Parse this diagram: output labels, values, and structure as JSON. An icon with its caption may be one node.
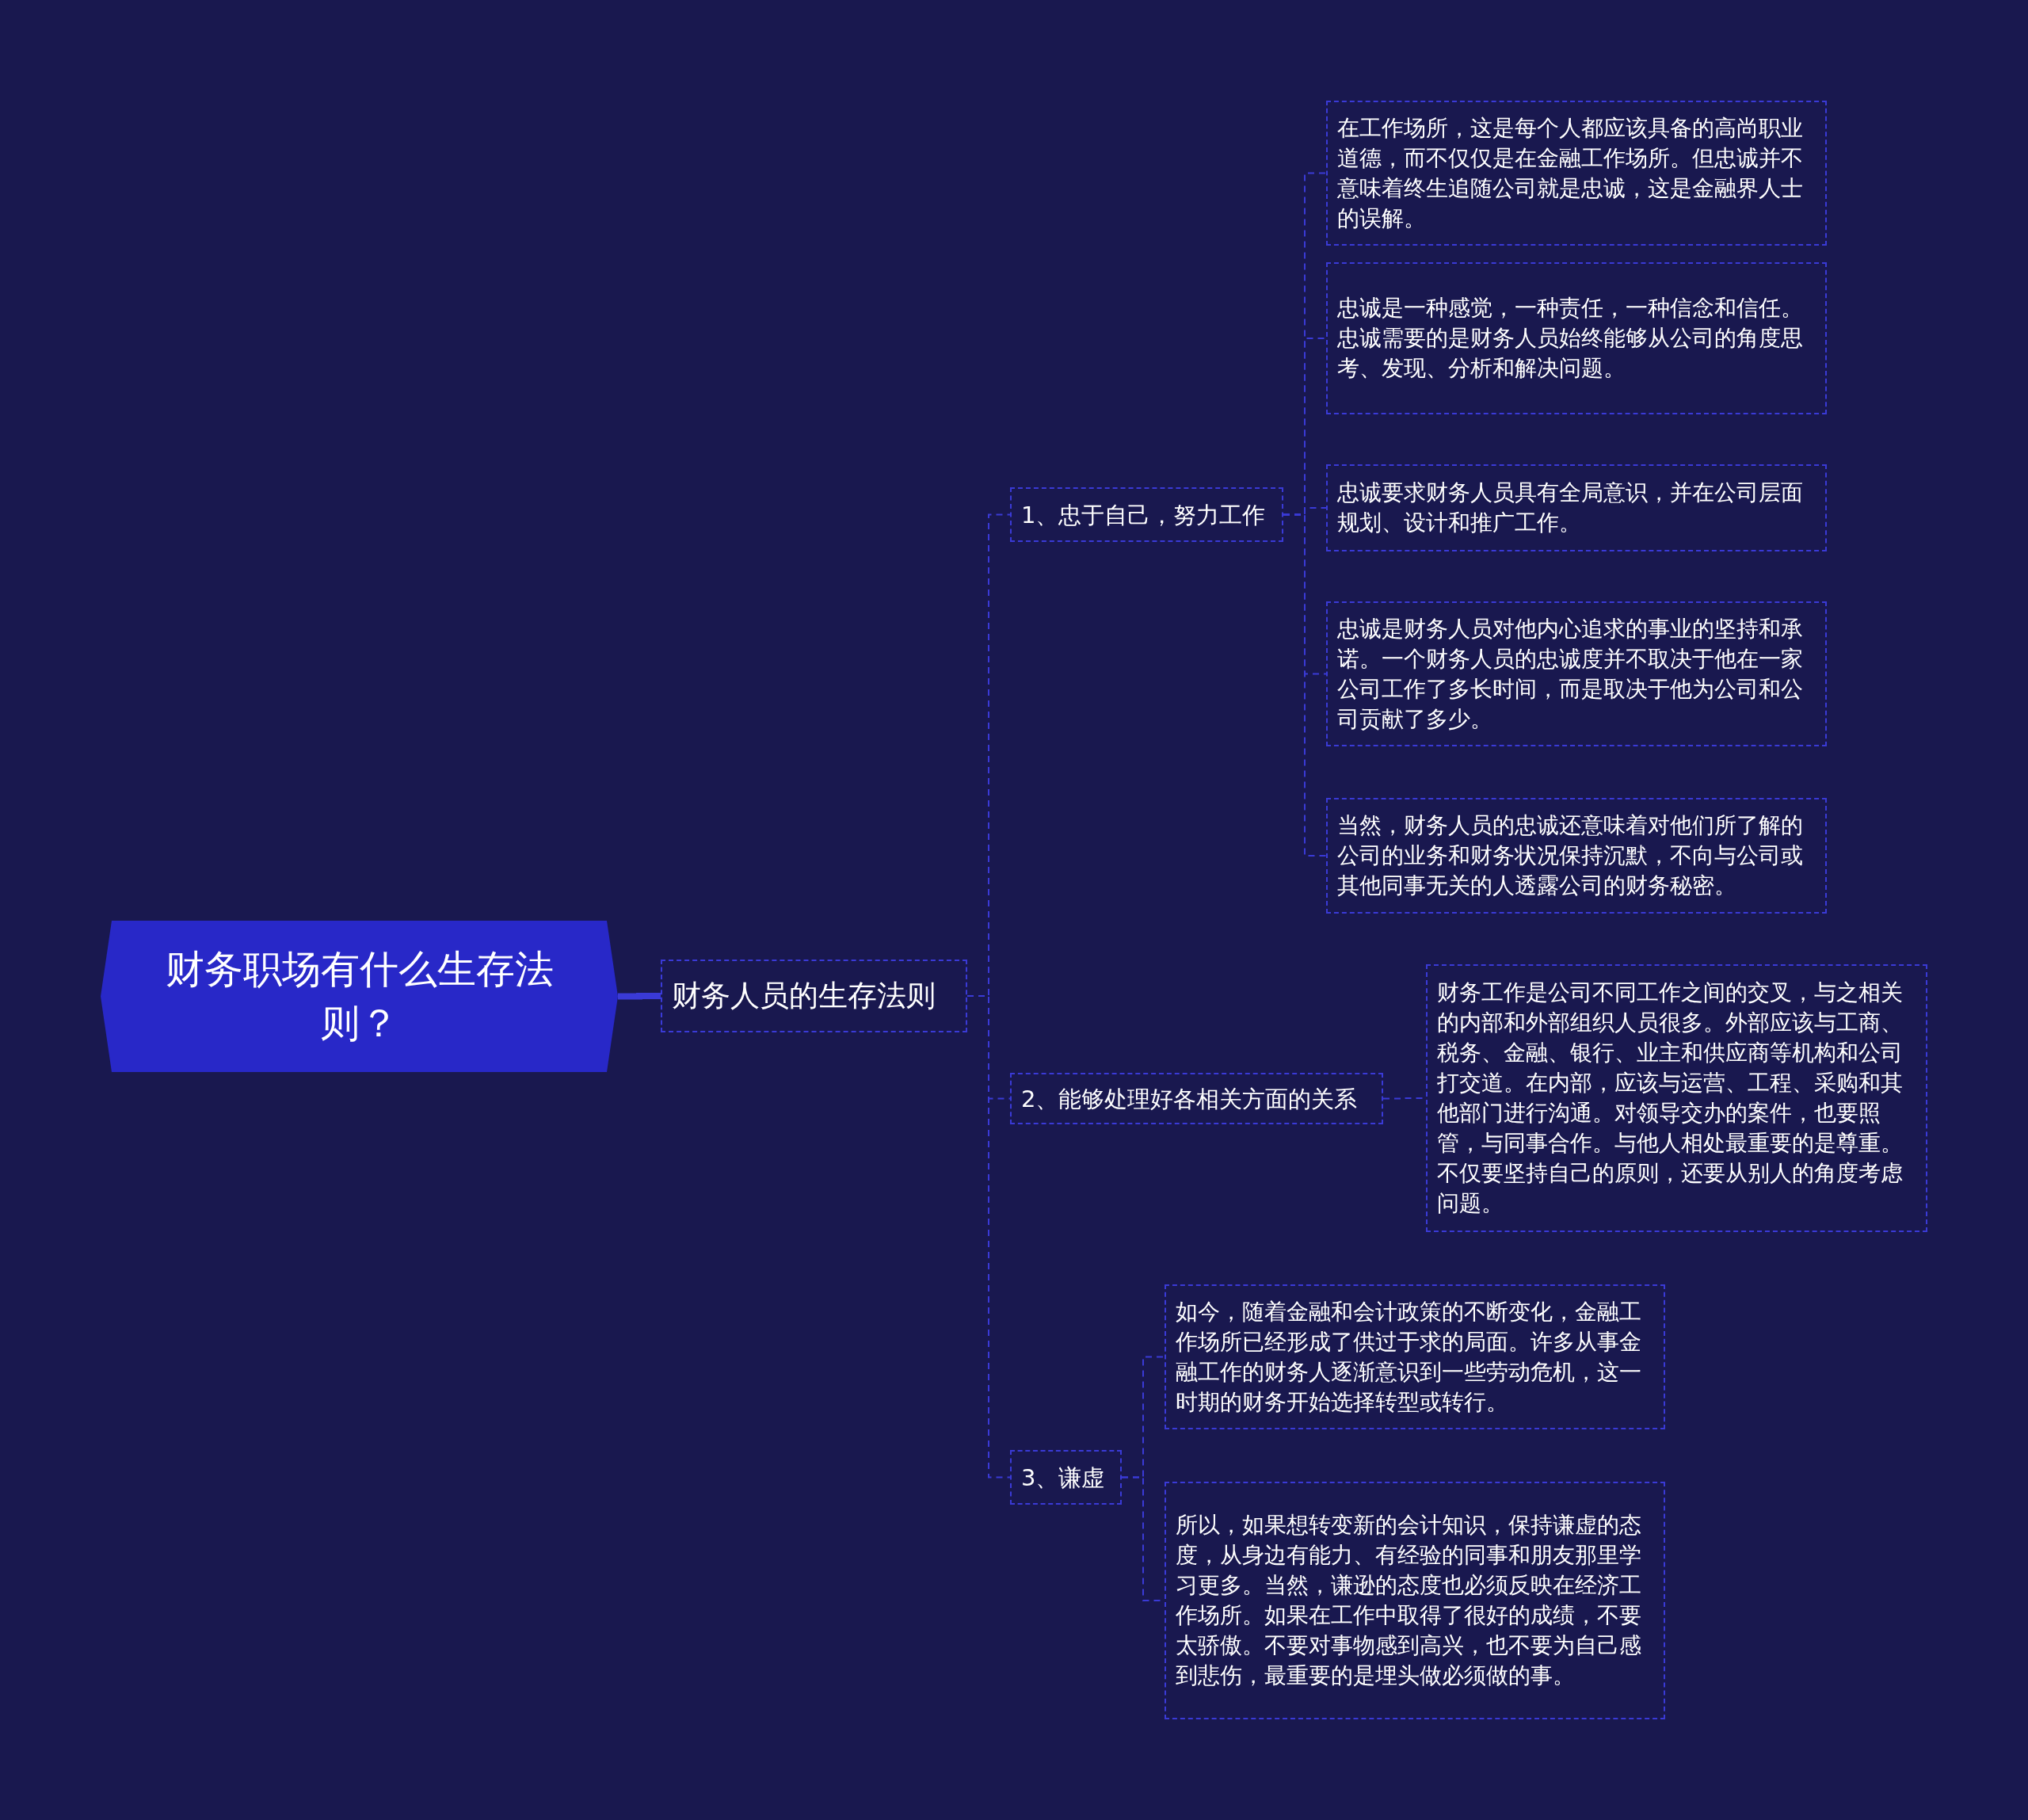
{
  "diagram": {
    "nodes": [
      {
        "text": [
          "财务职场有什么生存法则？"
        ]
      },
      {
        "text": [
          "财务人员的生存法则"
        ]
      },
      {
        "text": [
          "1、忠于自己，努力工作"
        ]
      },
      {
        "text": [
          "在工作场所，这是每个人都应该具备的高尚职业道德，而不仅仅是在金融工作场所。但忠诚并不意味着终生追随公司就是忠诚，这是金融界人士的误解。"
        ]
      },
      {
        "text": [
          "忠诚是一种感觉，一种责任，一种信念和信任。忠诚需要的是财务人员始终能够从公司的角度思考、发现、分析和解决问题。"
        ]
      },
      {
        "text": [
          "忠诚要求财务人员具有全局意识，并在公司层面规划、设计和推广工作。"
        ]
      },
      {
        "text": [
          "忠诚是财务人员对他内心追求的事业的坚持和承诺。一个财务人员的忠诚度并不取决于他在一家公司工作了多长时间，而是取决于他为公司和公司贡献了多少。"
        ]
      },
      {
        "text": [
          "当然，财务人员的忠诚还意味着对他们所了解的公司的业务和财务状况保持沉默，不向与公司或其他同事无关的人透露公司的财务秘密。"
        ]
      },
      {
        "text": [
          "2、能够处理好各相关方面的关系"
        ]
      },
      {
        "text": [
          "财务工作是公司不同工作之间的交叉，与之相关的内部和外部组织人员很多。外部应该与工商、税务、金融、银行、业主和供应商等机构和公司打交道。在内部，应该与运营、工程、采购和其他部门进行沟通。对领导交办的案件，也要照管，与同事合作。与他人相处最重要的是尊重。不仅要坚持自己的原则，还要从别人的角度考虑问题。"
        ]
      },
      {
        "text": [
          "3、谦虚"
        ]
      },
      {
        "text": [
          "如今，随着金融和会计政策的不断变化，金融工作场所已经形成了供过于求的局面。许多从事金融工作的财务人逐渐意识到一些劳动危机，这一时期的财务开始选择转型或转行。"
        ]
      },
      {
        "text": [
          "所以，如果想转变新的会计知识，保持谦虚的态度，从身边有能力、有经验的同事和朋友那里学习更多。当然，谦逊的态度也必须反映在经济工作场所。如果在工作中取得了很好的成绩，不要太骄傲。不要对事物感到高兴，也不要为自己感到悲伤，最重要的是埋头做必须做的事。"
        ]
      }
    ],
    "edges": [
      {
        "from": 0,
        "to": 1,
        "arrow": "none",
        "style": "thick"
      },
      {
        "from": 1,
        "to": 2,
        "arrow": "none",
        "style": "dashed"
      },
      {
        "from": 1,
        "to": 8,
        "arrow": "none",
        "style": "dashed"
      },
      {
        "from": 1,
        "to": 10,
        "arrow": "none",
        "style": "dashed"
      },
      {
        "from": 2,
        "to": 3,
        "arrow": "none",
        "style": "dashed"
      },
      {
        "from": 2,
        "to": 4,
        "arrow": "none",
        "style": "dashed"
      },
      {
        "from": 2,
        "to": 5,
        "arrow": "none",
        "style": "dashed"
      },
      {
        "from": 2,
        "to": 6,
        "arrow": "none",
        "style": "dashed"
      },
      {
        "from": 2,
        "to": 7,
        "arrow": "none",
        "style": "dashed"
      },
      {
        "from": 8,
        "to": 9,
        "arrow": "none",
        "style": "dashed"
      },
      {
        "from": 10,
        "to": 11,
        "arrow": "none",
        "style": "dashed"
      },
      {
        "from": 10,
        "to": 12,
        "arrow": "none",
        "style": "dashed"
      }
    ]
  }
}
